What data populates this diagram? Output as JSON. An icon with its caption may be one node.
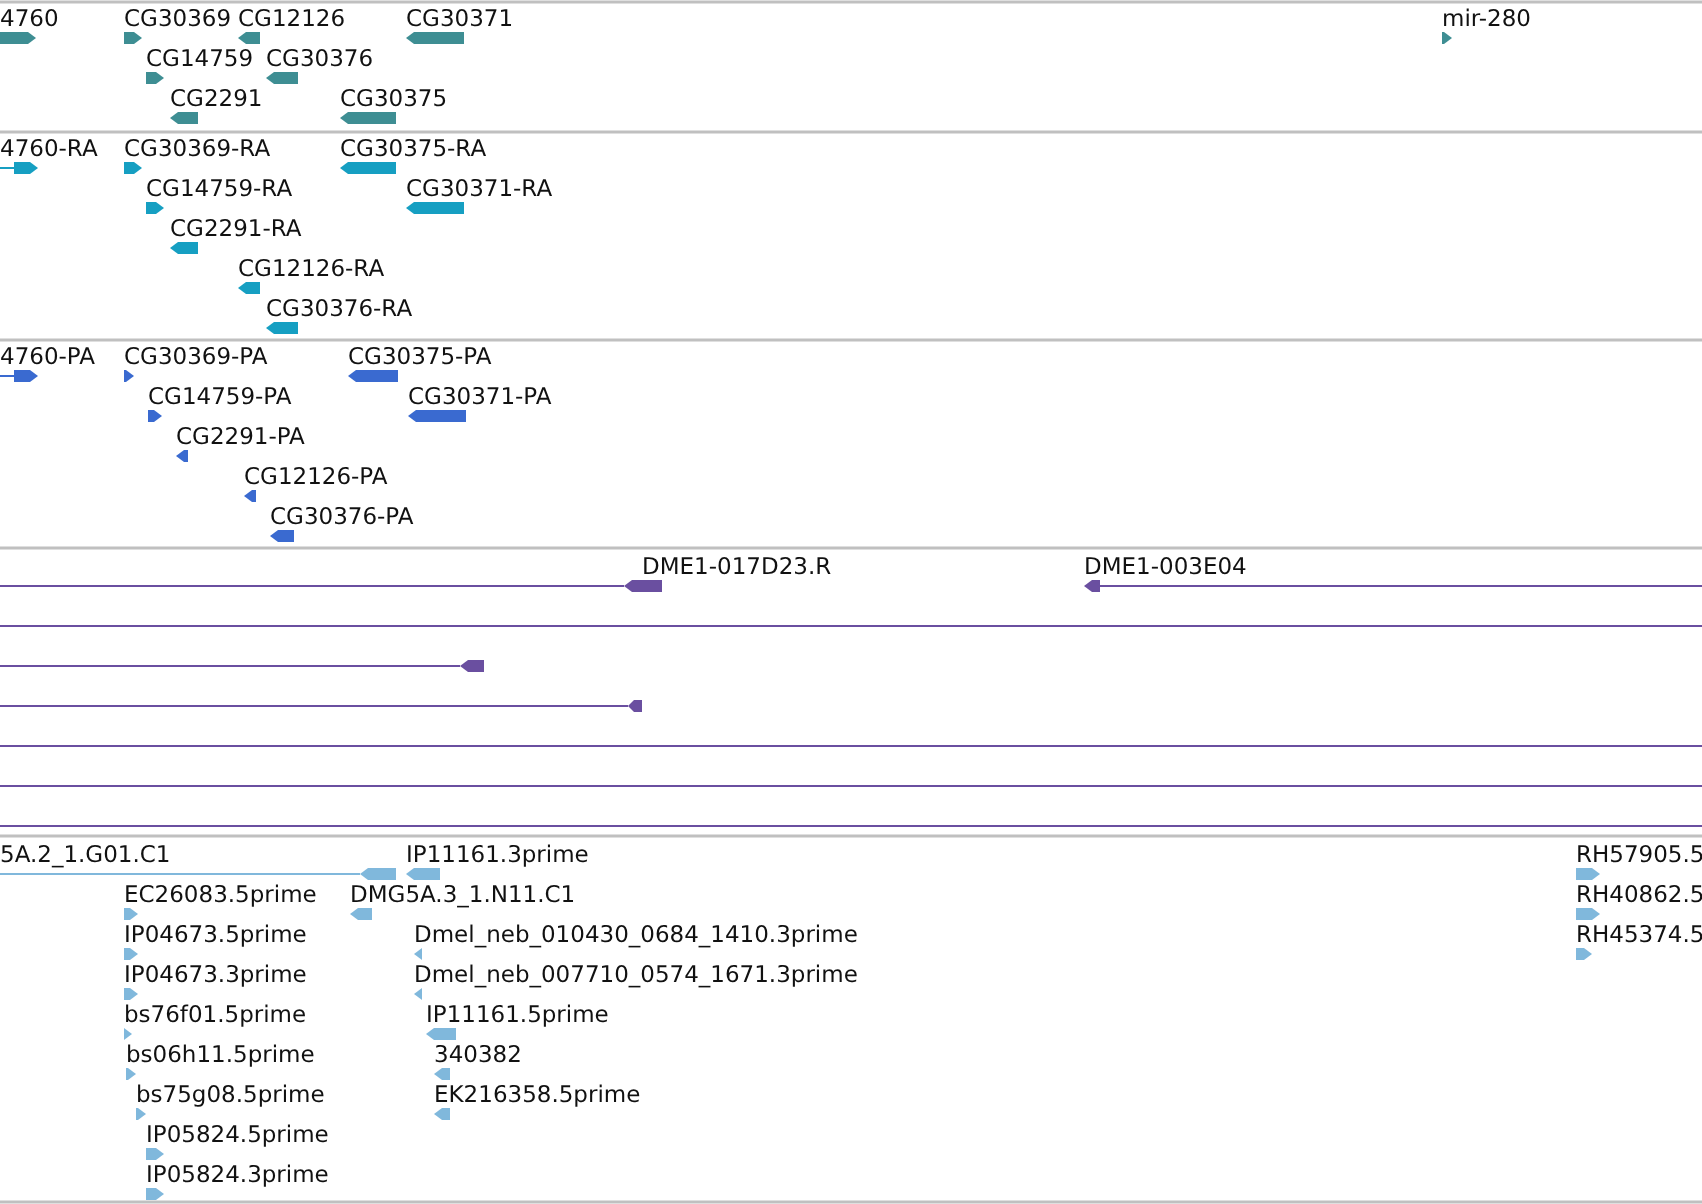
{
  "diagram": {
    "labels": [
      "4760",
      "CG30369",
      "CG12126",
      "CG30371",
      "mir-280",
      "CG14759",
      "CG30376",
      "CG2291",
      "CG30375",
      "4760-RA",
      "CG30369-RA",
      "CG30375-RA",
      "CG14759-RA",
      "CG30371-RA",
      "CG2291-RA",
      "CG12126-RA",
      "CG30376-RA",
      "4760-PA",
      "CG30369-PA",
      "CG30375-PA",
      "CG14759-PA",
      "CG30371-PA",
      "CG2291-PA",
      "CG12126-PA",
      "CG30376-PA",
      "DME1-017D23.R",
      "DME1-003E04",
      "5A.2_1.G01.C1",
      "IP11161.3prime",
      "RH57905.5",
      "EC26083.5prime",
      "DMG5A.3_1.N11.C1",
      "RH40862.5",
      "IP04673.5prime",
      "Dmel_neb_010430_0684_1410.3prime",
      "RH45374.5",
      "IP04673.3prime",
      "Dmel_neb_007710_0574_1671.3prime",
      "bs76f01.5prime",
      "IP11161.5prime",
      "bs06h11.5prime",
      "340382",
      "bs75g08.5prime",
      "EK216358.5prime",
      "IP05824.5prime",
      "IP05824.3prime"
    ]
  }
}
